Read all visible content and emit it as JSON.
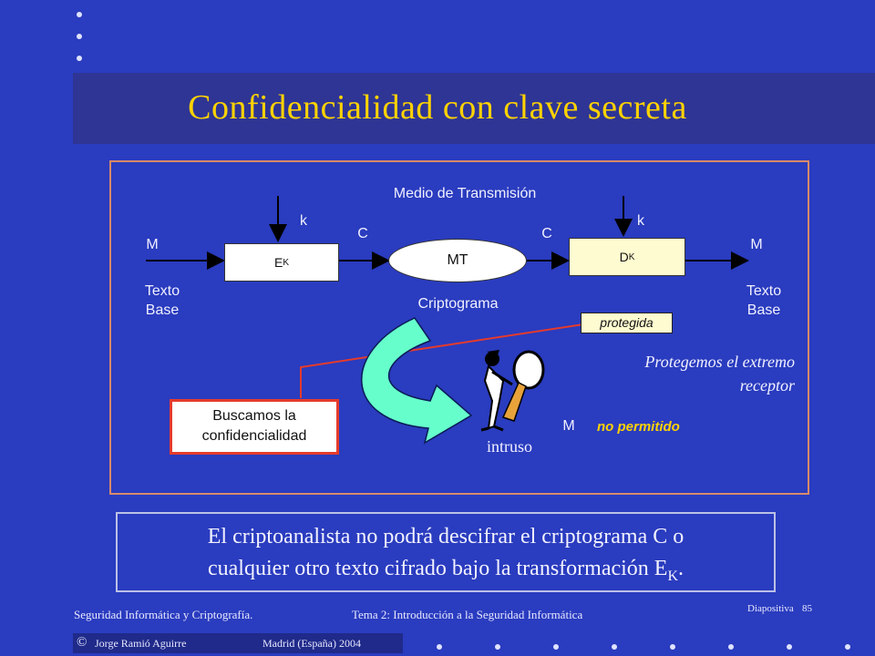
{
  "slide": {
    "title": "Confidencialidad con clave secreta",
    "colors": {
      "background": "#2a3cbf",
      "title": "#ffd200",
      "accent_red": "#e53b2c",
      "arrow_fill": "#66ffcc"
    }
  },
  "diagram": {
    "medio_label": "Medio de Transmisión",
    "m_left": "M",
    "m_right": "M",
    "k_left": "k",
    "k_right": "k",
    "c_left": "C",
    "c_right": "C",
    "texto_base_left": "Texto Base",
    "texto_base_right": "Texto Base",
    "ek": {
      "main": "E",
      "sub": "K"
    },
    "mt": "MT",
    "dk": {
      "main": "D",
      "sub": "K"
    },
    "criptograma": "Criptograma",
    "protegida": "protegida",
    "protegemos": "Protegemos el extremo receptor",
    "buscamos": "Buscamos la confidencialidad",
    "m_intruso": "M",
    "no_permitido": "no permitido",
    "intruso": "intruso",
    "intruso_icon": "detective-magnifier-icon"
  },
  "conclusion": {
    "line1": "El criptoanalista no podrá descifrar el criptograma C o",
    "line2_prefix": "cualquier otro texto cifrado bajo la transformación E",
    "line2_sub": "K",
    "line2_suffix": "."
  },
  "footer": {
    "course": "Seguridad Informática y Criptografía.",
    "topic": "Tema 2: Introducción a la Seguridad Informática",
    "slide_label": "Diapositiva",
    "slide_number": "85",
    "copyright_symbol": "©",
    "author": "Jorge Ramió Aguirre",
    "place": "Madrid (España) 2004"
  }
}
